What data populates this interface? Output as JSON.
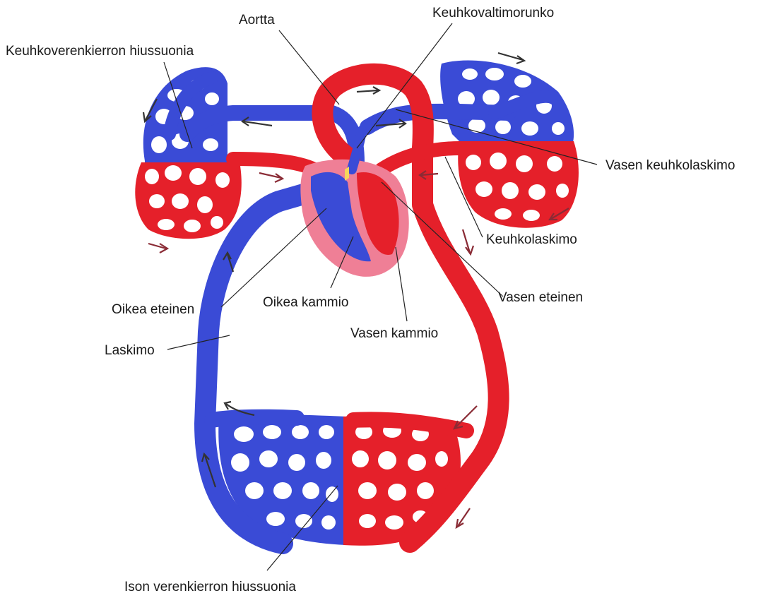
{
  "labels": {
    "aorta": "Aortta",
    "pulmonary_trunk": "Keuhkovaltimorunko",
    "pulmonary_capillaries": "Keuhkoverenkierron hiussuonia",
    "left_pulmonary_vein": "Vasen keuhkolaskimo",
    "pulmonary_vein": "Keuhkolaskimo",
    "right_atrium": "Oikea eteinen",
    "right_ventricle": "Oikea kammio",
    "left_atrium": "Vasen eteinen",
    "left_ventricle": "Vasen kammio",
    "vein": "Laskimo",
    "systemic_capillaries": "Ison verenkierron hiussuonia"
  },
  "colors": {
    "deoxygenated": "#3a4bd6",
    "oxygenated": "#e5202a",
    "heart_wall": "#ef7f96",
    "flow_arrow": "#8a2b35"
  }
}
